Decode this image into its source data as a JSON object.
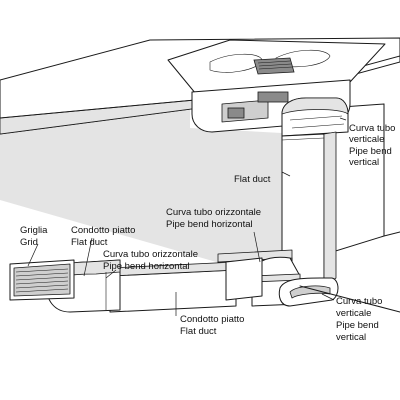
{
  "labels": {
    "vertical_bend_upper": {
      "it": "Curva tubo",
      "it2": "verticale",
      "en": "Pipe bend",
      "en2": "vertical"
    },
    "flat_duct_vertical": {
      "en": "Flat duct"
    },
    "pipe_bend_horizontal_right": {
      "it": "Curva tubo orizzontale",
      "en": "Pipe bend horizontal"
    },
    "grid": {
      "it": "Griglia",
      "en": "Grid"
    },
    "flat_duct_left": {
      "it": "Condotto piatto",
      "en": "Flat duct"
    },
    "pipe_bend_horizontal_left": {
      "it": "Curva tubo orizzontale",
      "en": "Pipe bend horizontal"
    },
    "flat_duct_bottom": {
      "it": "Condotto piatto",
      "en": "Flat duct"
    },
    "vertical_bend_lower": {
      "it": "Curva tubo",
      "it2": "verticale",
      "en": "Pipe bend",
      "en2": "vertical"
    }
  }
}
